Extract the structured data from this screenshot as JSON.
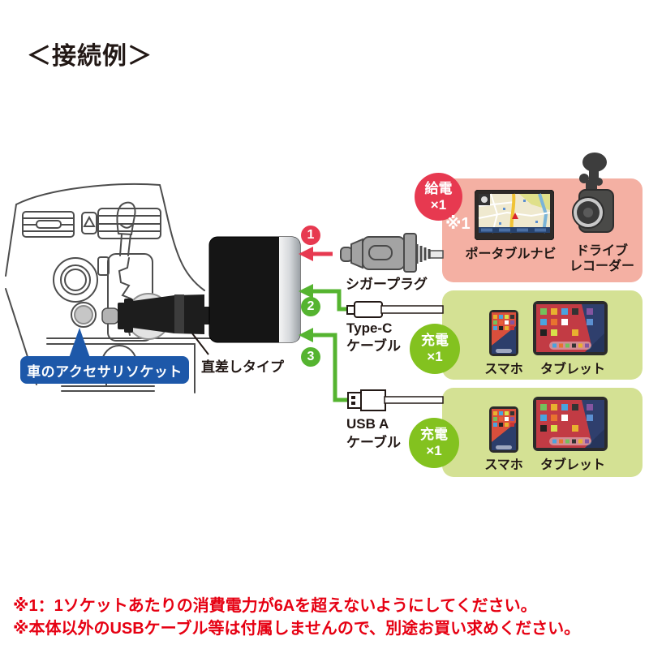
{
  "title": "＜接続例＞",
  "car": {
    "socket_label": "車のアクセサリソケット",
    "plug_type_label": "直差しタイプ"
  },
  "connections": {
    "c1": {
      "number": "1",
      "cable_label": "シガープラグ",
      "badge_action": "給電",
      "badge_count": "×1",
      "panel_note": "※1",
      "device1_label": "ポータブルナビ",
      "device2_label_line1": "ドライブ",
      "device2_label_line2": "レコーダー"
    },
    "c2": {
      "number": "2",
      "cable_label_line1": "Type-C",
      "cable_label_line2": "ケーブル",
      "badge_action": "充電",
      "badge_count": "×1",
      "device1_label": "スマホ",
      "device2_label": "タブレット"
    },
    "c3": {
      "number": "3",
      "cable_label_line1": "USB A",
      "cable_label_line2": "ケーブル",
      "badge_action": "充電",
      "badge_count": "×1",
      "device1_label": "スマホ",
      "device2_label": "タブレット"
    }
  },
  "footnotes": {
    "line1": "※1：1ソケットあたりの消費電力が6Aを超えないようにしてください。",
    "line2": "※本体以外のUSBケーブル等は付属しませんので、別途お買い求めください。"
  },
  "colors": {
    "supply_red": "#e73950",
    "charge_green": "#55b430",
    "badge_green": "#83c21f",
    "panel_pink": "#f4b0a3",
    "panel_green": "#d4e194",
    "callout_blue": "#1d58a9",
    "note_red": "#e60012"
  },
  "icons": {
    "car_dashboard": "line-art dashboard with vents, shifter, lighter and accessory socket",
    "adapter": "black direct-plug socket adapter",
    "cigar_plug": "gray cigar plug connector",
    "type_c_connector": "USB Type-C connector",
    "usb_a_connector": "USB A connector",
    "portable_navi": "navigation screen with map",
    "drive_recorder": "dashcam with suction mount",
    "smartphone": "smartphone",
    "tablet": "tablet"
  }
}
